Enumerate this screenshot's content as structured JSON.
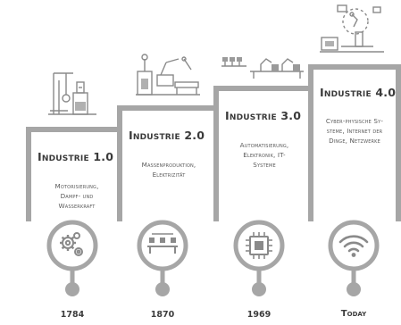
{
  "stages": [
    {
      "title": "Industrie 1.0",
      "lines": [
        "Motorisierung,",
        "Dampf- und",
        "Wasserkraft"
      ],
      "year": "1784",
      "icon": "gears-icon",
      "illustration": "steam-engine-illustration"
    },
    {
      "title": "Industrie 2.0",
      "lines": [
        "Massenproduktion,",
        "Elektrizität"
      ],
      "year": "1870",
      "icon": "conveyor-icon",
      "illustration": "assembly-line-illustration"
    },
    {
      "title": "Industrie 3.0",
      "lines": [
        "Automatisierung,",
        "Elektronik, IT-",
        "Systeme"
      ],
      "year": "1969",
      "icon": "chip-icon",
      "illustration": "robot-line-illustration"
    },
    {
      "title": "Industrie 4.0",
      "lines": [
        "Cyber-physische Sy-",
        "steme, Internet der",
        "Dinge, Netzwerke"
      ],
      "year": "Today",
      "icon": "wifi-icon",
      "illustration": "cyber-physical-illustration"
    }
  ],
  "colors": {
    "frame": "#a6a6a6",
    "text": "#3a3a3a",
    "muted": "#5a5a5a"
  }
}
